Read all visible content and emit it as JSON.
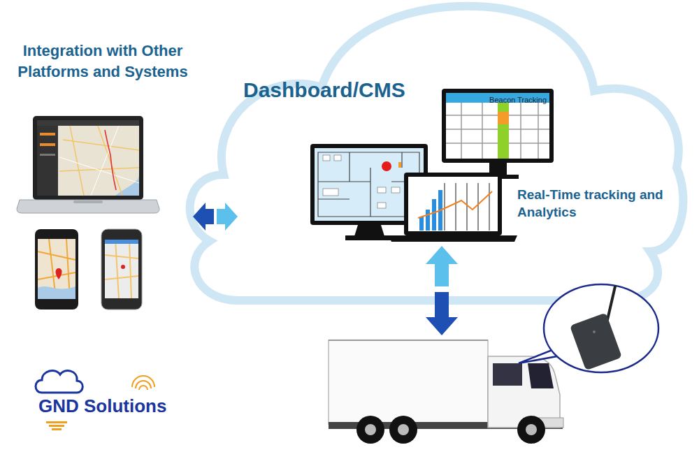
{
  "diagram": {
    "nodes": [
      {
        "text": [
          "Integration with Other Platforms and Systems"
        ]
      },
      {
        "text": [
          "Dashboard/CMS"
        ]
      },
      {
        "text": [
          "Beacon Tracking"
        ],
        "in": 1
      }
    ],
    "edges": [
      {
        "from": 0,
        "to": 1,
        "arrow": "both"
      }
    ],
    "labels": [
      "Real-Time tracking and Analytics",
      "GND Solutions"
    ]
  }
}
